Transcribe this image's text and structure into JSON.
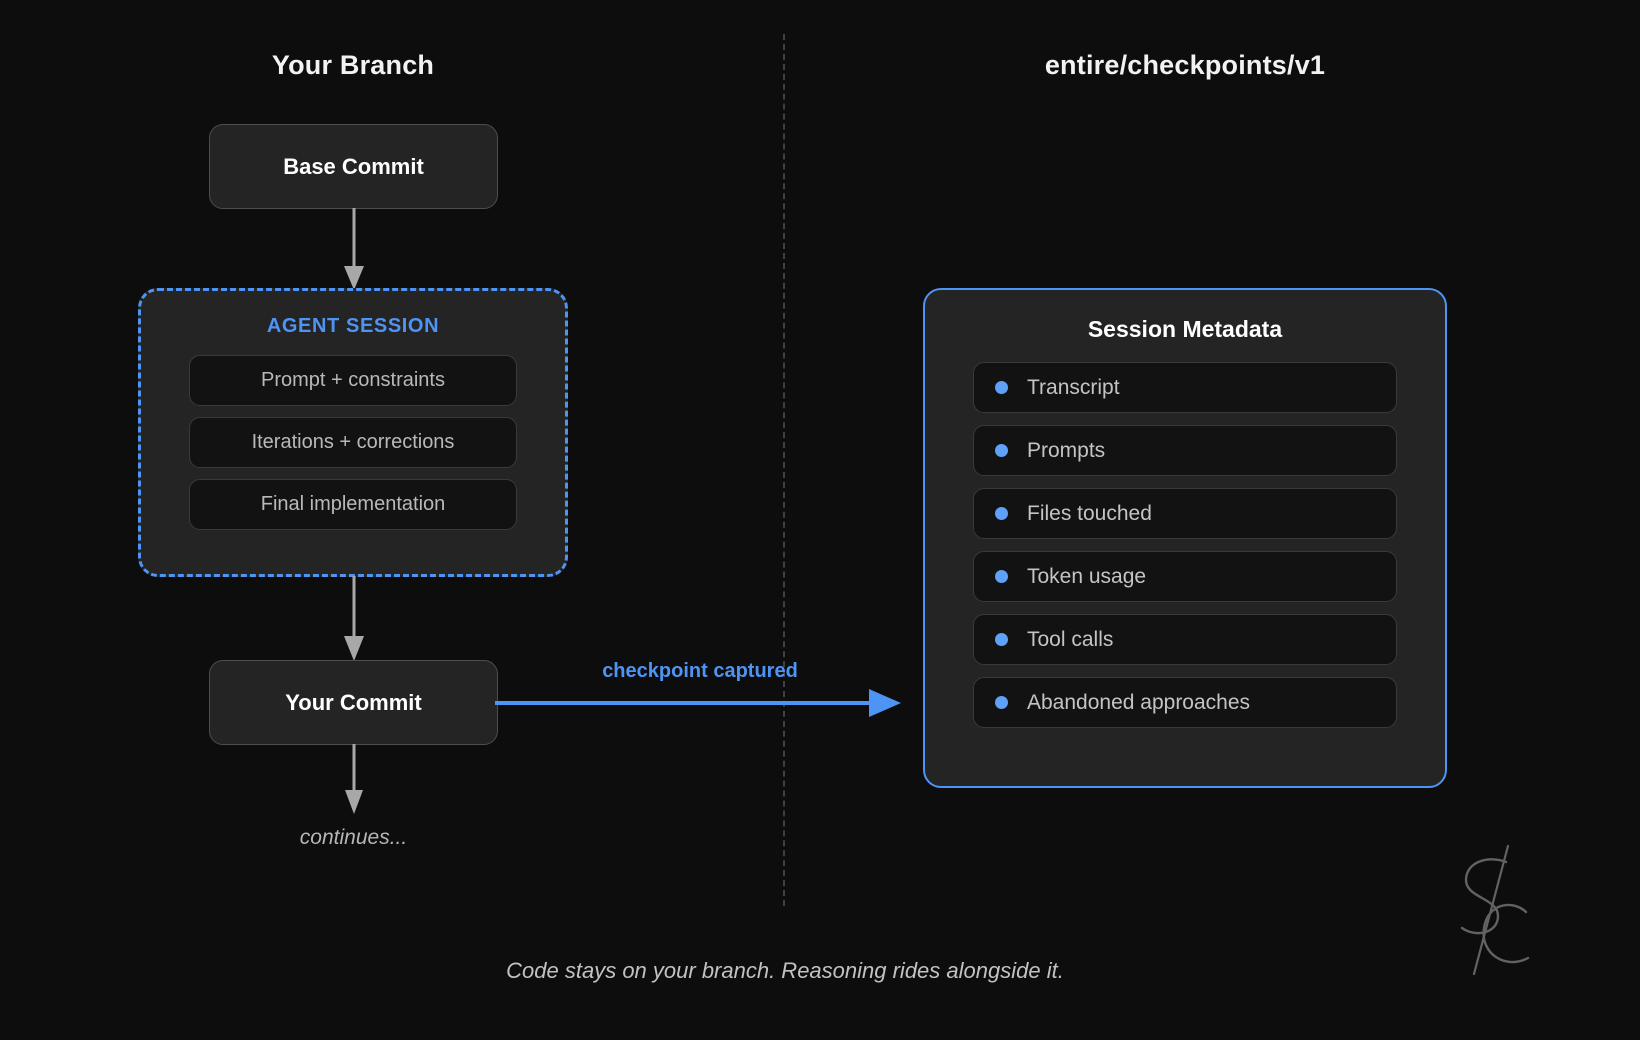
{
  "columns": {
    "left_title": "Your Branch",
    "right_title": "entire/checkpoints/v1"
  },
  "branch": {
    "base_commit": "Base Commit",
    "your_commit": "Your Commit",
    "continues": "continues..."
  },
  "agent_session": {
    "title": "AGENT SESSION",
    "items": [
      {
        "label": "Prompt + constraints"
      },
      {
        "label": "Iterations + corrections"
      },
      {
        "label": "Final implementation"
      }
    ]
  },
  "checkpoint": {
    "label": "checkpoint captured"
  },
  "metadata": {
    "title": "Session Metadata",
    "items": [
      {
        "label": "Transcript"
      },
      {
        "label": "Prompts"
      },
      {
        "label": "Files touched"
      },
      {
        "label": "Token usage"
      },
      {
        "label": "Tool calls"
      },
      {
        "label": "Abandoned approaches"
      }
    ]
  },
  "caption": "Code stays on your branch. Reasoning rides alongside it.",
  "signature": {
    "monogram": "SC"
  },
  "colors": {
    "background": "#0d0d0d",
    "accent_blue": "#4d94f5",
    "bullet_blue": "#5fa0f8",
    "node_fill": "#242424",
    "inner_fill": "#121212",
    "node_border": "#4d4d4d",
    "arrow_grey": "#a8a8a8",
    "divider_grey": "#4a4a4a",
    "text_primary": "#ffffff",
    "text_muted": "#c0c0c0"
  }
}
